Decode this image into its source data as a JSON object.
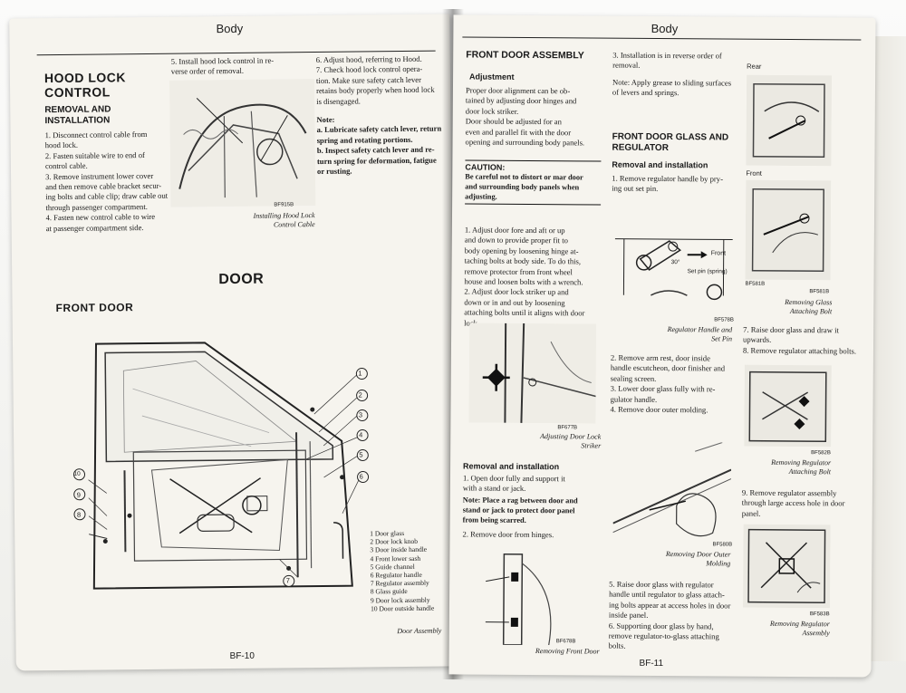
{
  "left": {
    "header": "Body",
    "hood_lock": {
      "title": "HOOD LOCK\nCONTROL",
      "subtitle": "REMOVAL AND\nINSTALLATION",
      "steps_1": "1.  Disconnect control cable from\nhood lock.\n2.  Fasten suitable wire to end of\ncontrol cable.\n3.  Remove instrument lower cover\nand then remove cable bracket secur-\ning bolts and cable clip; draw cable out\nthrough passenger compartment.\n4.  Fasten new control cable to wire\nat passenger compartment side.",
      "steps_2": "5.  Install hood lock control in re-\nverse order of removal.",
      "steps_3": "6.  Adjust hood, referring to Hood.\n7.  Check hood lock control opera-\ntion. Make sure safety catch lever\nretains body properly when hood lock\nis disengaged.",
      "note": "Note:\n a. Lubricate safety catch lever, return\n    spring and rotating portions.\n b. Inspect safety catch lever and re-\n    turn spring for deformation, fatigue\n    or rusting.",
      "fig_code": "BF915B",
      "fig_caption": "Installing Hood Lock\nControl Cable"
    },
    "door_title": "DOOR",
    "front_door_title": "FRONT DOOR",
    "callouts": [
      "1",
      "2",
      "3",
      "4",
      "5",
      "6",
      "7",
      "8",
      "9",
      "10"
    ],
    "legend": "1   Door glass\n2   Door lock knob\n3   Door inside handle\n4   Front lower sash\n5   Guide channel\n6   Regulator handle\n7   Regulator assembly\n8   Glass guide\n9   Door lock assembly\n10  Door outside handle",
    "assembly_caption": "Door Assembly",
    "page_number": "BF-10"
  },
  "right": {
    "header": "Body",
    "front_door_assembly": {
      "title": "FRONT DOOR ASSEMBLY",
      "subtitle": "Adjustment",
      "text": "Proper door alignment can be ob-\ntained by adjusting door hinges and\ndoor lock striker.\n  Door should be adjusted for an\neven and parallel fit with the door\nopening and surrounding body panels.",
      "caution_label": "CAUTION:",
      "caution_text": "Be careful not to distort or mar door\nand surrounding body panels when\nadjusting.",
      "steps": "1.  Adjust door fore and aft or up\nand down to provide proper fit to\nbody opening by loosening hinge at-\ntaching bolts at body side. To do this,\nremove protector from front wheel\nhouse and loosen bolts with a wrench.\n2.  Adjust door lock striker up and\ndown or in and out by loosening\nattaching bolts until it aligns with door\nlock.",
      "striker_code": "BF677B",
      "striker_caption": "Adjusting Door Lock\nStriker",
      "removal_title": "Removal and installation",
      "removal_1": "1.  Open door fully and support it\nwith a stand or jack.",
      "removal_note": "Note: Place a rag between door and\nstand or jack to protect door panel\nfrom being scarred.",
      "removal_2": "2.  Remove door from hinges.",
      "door_code": "BF678B",
      "door_caption": "Removing Front Door"
    },
    "col2": {
      "install": "3.  Installation is in reverse order of\nremoval.",
      "install_note": "Note: Apply grease to sliding surfaces\n         of levers and springs.",
      "glass_title": "FRONT DOOR GLASS AND\nREGULATOR",
      "glass_subtitle": "Removal and installation",
      "glass_1": "1.  Remove regulator handle by pry-\ning out set pin.",
      "handle_front": "Front",
      "handle_angle": "30°",
      "handle_pin": "Set pin (spring)",
      "handle_code": "BF578B",
      "handle_caption": "Regulator Handle and\nSet Pin",
      "glass_2": "2.  Remove arm rest, door inside\nhandle escutcheon, door finisher and\nsealing screen.\n3.  Lower door glass fully with re-\ngulator handle.\n4.  Remove door outer molding.",
      "molding_code": "BF580B",
      "molding_caption": "Removing Door Outer\nMolding",
      "glass_5": "5.  Raise door glass with regulator\nhandle until regulator to glass attach-\ning bolts appear at access holes in door\ninside panel.\n6.  Supporting door glass by hand,\nremove regulator-to-glass attaching\nbolts."
    },
    "col3": {
      "rear_label": "Rear",
      "front_label": "Front",
      "bolt_code_a": "BF581B",
      "bolt_code_b": "BF581B",
      "bolt_caption": "Removing Glass\nAttaching Bolt",
      "step_7": "7.  Raise door glass and draw it\nupwards.\n8.  Remove regulator attaching bolts.",
      "reg_bolt_code": "BF582B",
      "reg_bolt_caption": "Removing Regulator\nAttaching Bolt",
      "step_9": "9.  Remove regulator assembly\nthrough large access hole in door\npanel.",
      "reg_code": "BF583B",
      "reg_caption": "Removing Regulator\nAssembly"
    },
    "page_number": "BF-11"
  }
}
